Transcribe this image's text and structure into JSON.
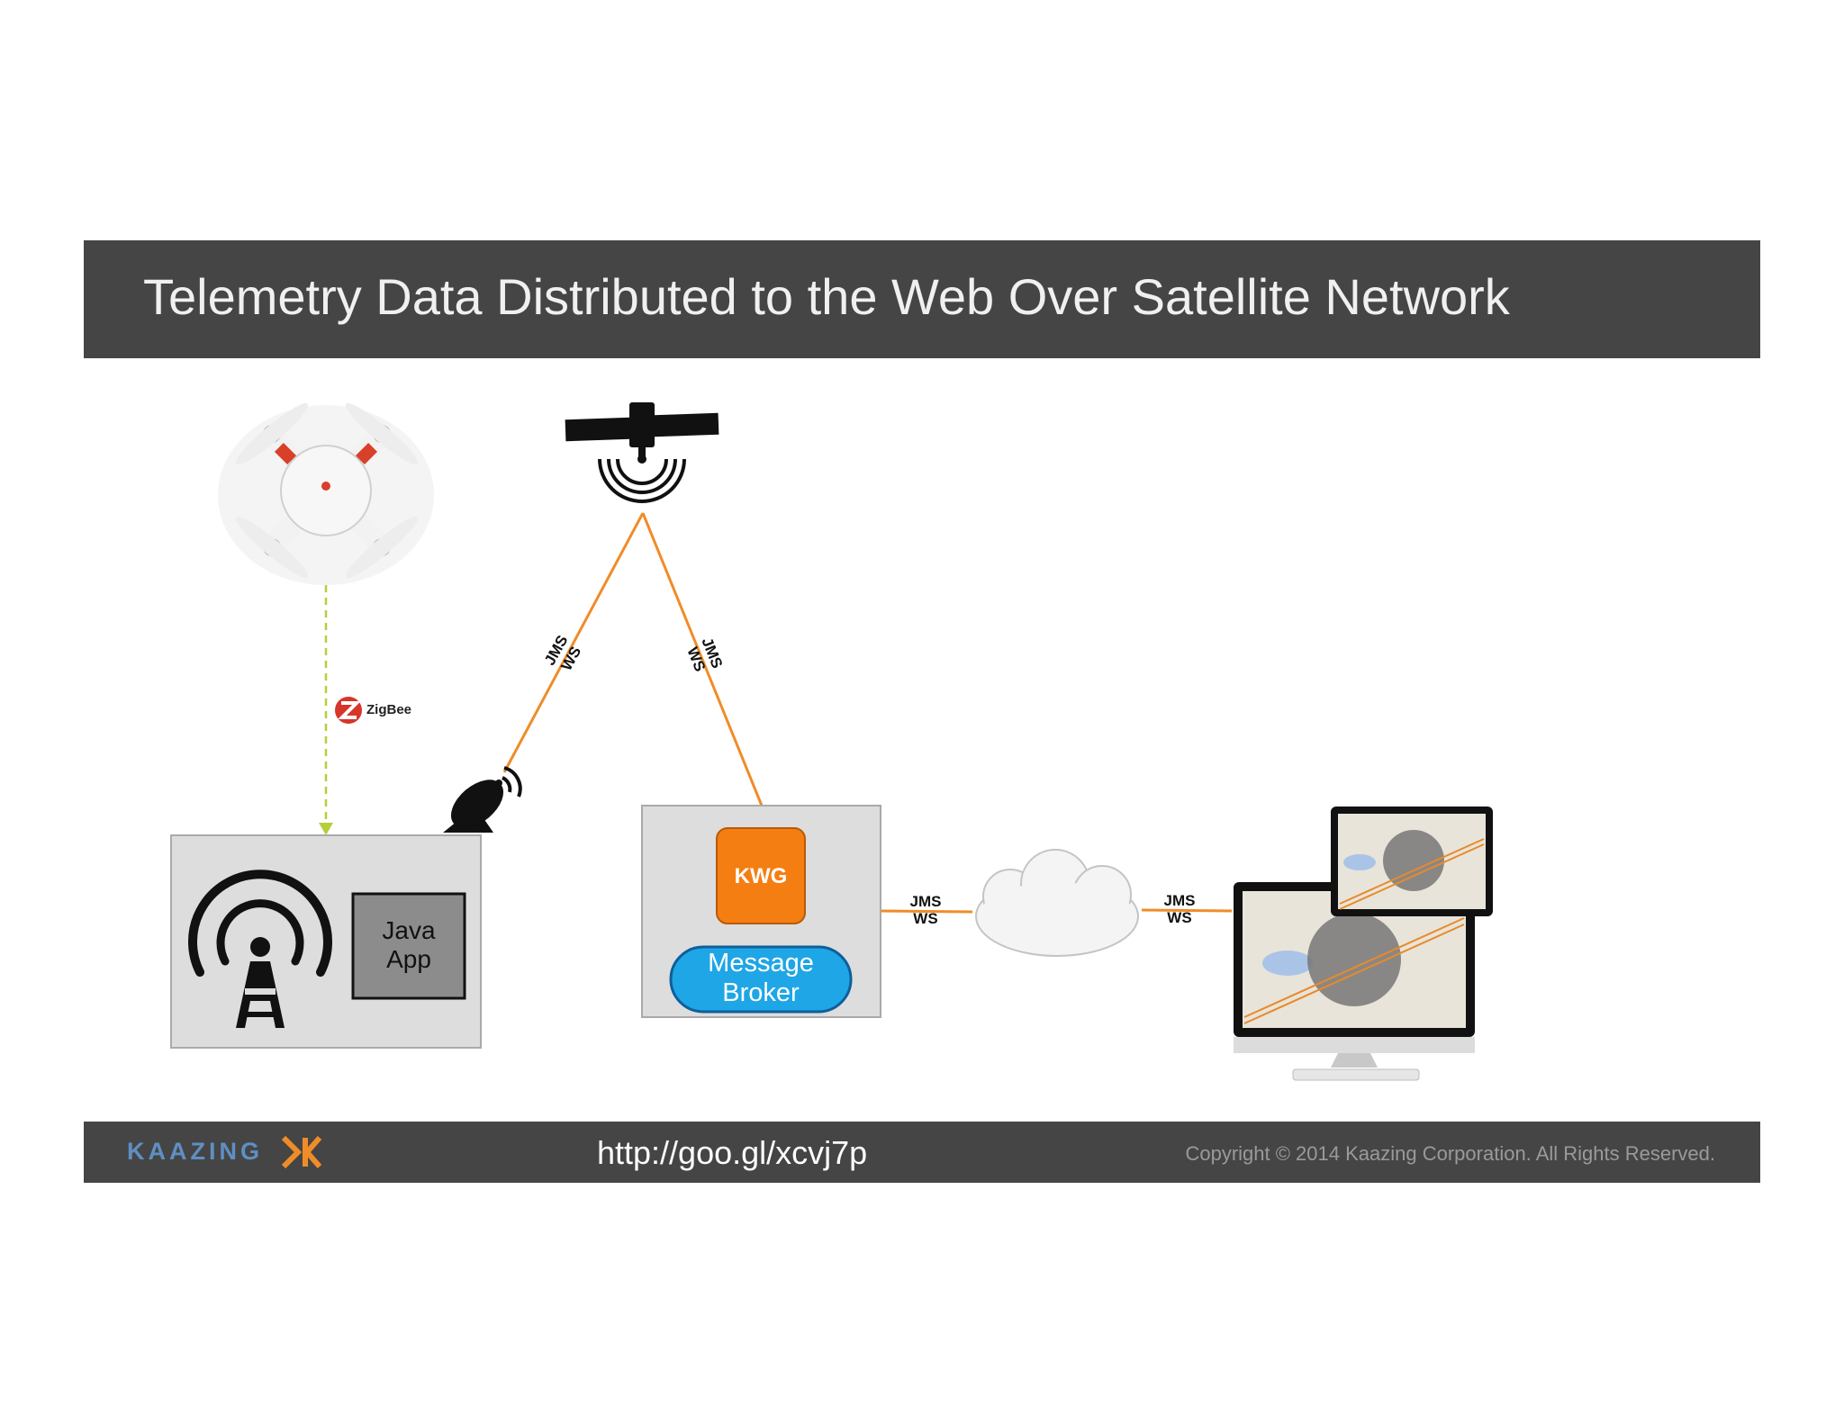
{
  "title": "Telemetry Data Distributed to the Web Over Satellite Network",
  "footer": {
    "logo": "KAAZING",
    "url": "http://goo.gl/xcvj7p",
    "copyright": "Copyright © 2014 Kaazing Corporation. All Rights Reserved."
  },
  "diagram": {
    "nodes": {
      "java_app": "Java\nApp",
      "kwg": "KWG",
      "message_broker": "Message\nBroker",
      "zigbee": "ZigBee"
    },
    "links": {
      "uplink": "JMS\nWS",
      "downlink": "JMS\nWS",
      "to_cloud": "JMS\nWS",
      "from_cloud": "JMS\nWS"
    },
    "icons": [
      "drone-icon",
      "satellite-icon",
      "satellite-dish-icon",
      "radio-tower-icon",
      "cloud-icon",
      "desktop-computer-icon",
      "tablet-icon",
      "zigbee-logo-icon"
    ]
  },
  "colors": {
    "bar": "#454545",
    "link": "#f08c28",
    "dashed_link": "#b5cf3c",
    "kwg": "#f57e12",
    "broker": "#1fa6e6",
    "box": "#dddddd"
  }
}
